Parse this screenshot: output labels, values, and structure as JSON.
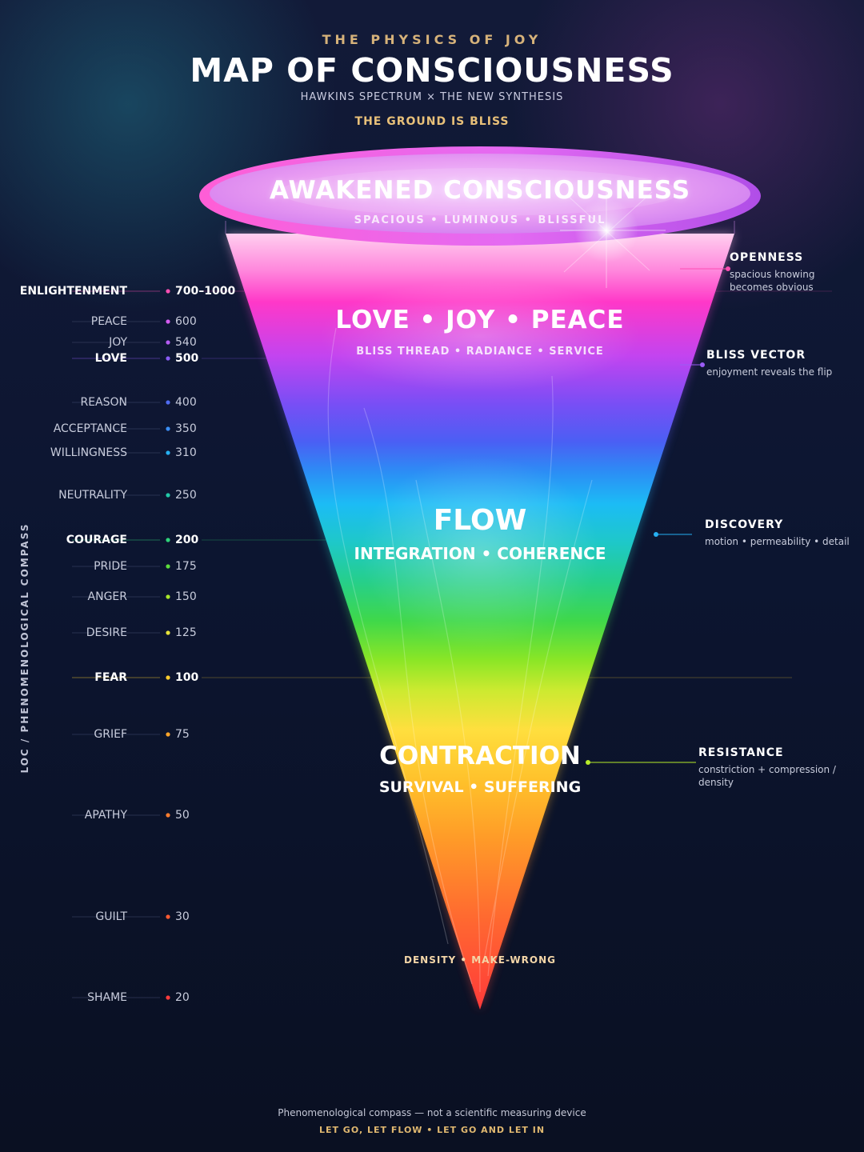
{
  "header": {
    "kicker": "THE PHYSICS OF JOY",
    "title": "MAP OF CONSCIOUSNESS",
    "subtitle": "HAWKINS SPECTRUM × THE NEW SYNTHESIS",
    "ground": "THE GROUND IS BLISS"
  },
  "funnel": {
    "awakened": {
      "title": "AWAKENED CONSCIOUSNESS",
      "subtitle": "SPACIOUS • LUMINOUS • BLISSFUL"
    },
    "love": {
      "title": "LOVE • JOY • PEACE",
      "subtitle": "BLISS THREAD • RADIANCE • SERVICE"
    },
    "flow": {
      "title": "FLOW",
      "subtitle": "INTEGRATION • COHERENCE"
    },
    "contraction": {
      "title": "CONTRACTION",
      "subtitle": "SURVIVAL • SUFFERING"
    },
    "base": "DENSITY • MAKE-WRONG"
  },
  "axis_label": "LOC / PHENOMENOLOGICAL COMPASS",
  "levels": [
    {
      "name": "ENLIGHTENMENT",
      "value": "700–1000",
      "color": "#ff4fb3",
      "strong": true
    },
    {
      "name": "PEACE",
      "value": "600",
      "color": "#d45cf0",
      "strong": false
    },
    {
      "name": "JOY",
      "value": "540",
      "color": "#b45cf2",
      "strong": false
    },
    {
      "name": "LOVE",
      "value": "500",
      "color": "#8a5cf5",
      "strong": true
    },
    {
      "name": "REASON",
      "value": "400",
      "color": "#4f6bf0",
      "strong": false
    },
    {
      "name": "ACCEPTANCE",
      "value": "350",
      "color": "#3b8ef5",
      "strong": false
    },
    {
      "name": "WILLINGNESS",
      "value": "310",
      "color": "#26b0f2",
      "strong": false
    },
    {
      "name": "NEUTRALITY",
      "value": "250",
      "color": "#22c9a8",
      "strong": false
    },
    {
      "name": "COURAGE",
      "value": "200",
      "color": "#2fd37a",
      "strong": true
    },
    {
      "name": "PRIDE",
      "value": "175",
      "color": "#5ddc3c",
      "strong": false
    },
    {
      "name": "ANGER",
      "value": "150",
      "color": "#a8e62a",
      "strong": false
    },
    {
      "name": "DESIRE",
      "value": "125",
      "color": "#e6e23a",
      "strong": false
    },
    {
      "name": "FEAR",
      "value": "100",
      "color": "#ffcc2e",
      "strong": true
    },
    {
      "name": "GRIEF",
      "value": "75",
      "color": "#ffa52a",
      "strong": false
    },
    {
      "name": "APATHY",
      "value": "50",
      "color": "#ff7d2e",
      "strong": false
    },
    {
      "name": "GUILT",
      "value": "30",
      "color": "#ff5a32",
      "strong": false
    },
    {
      "name": "SHAME",
      "value": "20",
      "color": "#ff3c3c",
      "strong": false
    }
  ],
  "annotations": [
    {
      "title": "OPENNESS",
      "desc": [
        "spacious knowing",
        "becomes obvious"
      ],
      "color": "#ff4fb3"
    },
    {
      "title": "BLISS VECTOR",
      "desc": [
        "enjoyment reveals the flip"
      ],
      "color": "#9a5cf5"
    },
    {
      "title": "DISCOVERY",
      "desc": [
        "motion • permeability • detail"
      ],
      "color": "#26b0f2"
    },
    {
      "title": "RESISTANCE",
      "desc": [
        "constriction + compression / density"
      ],
      "color": "#b8ec2a"
    }
  ],
  "footer": {
    "note": "Phenomenological compass — not a scientific measuring device",
    "tagline": "LET GO, LET FLOW • LET GO AND LET IN"
  }
}
